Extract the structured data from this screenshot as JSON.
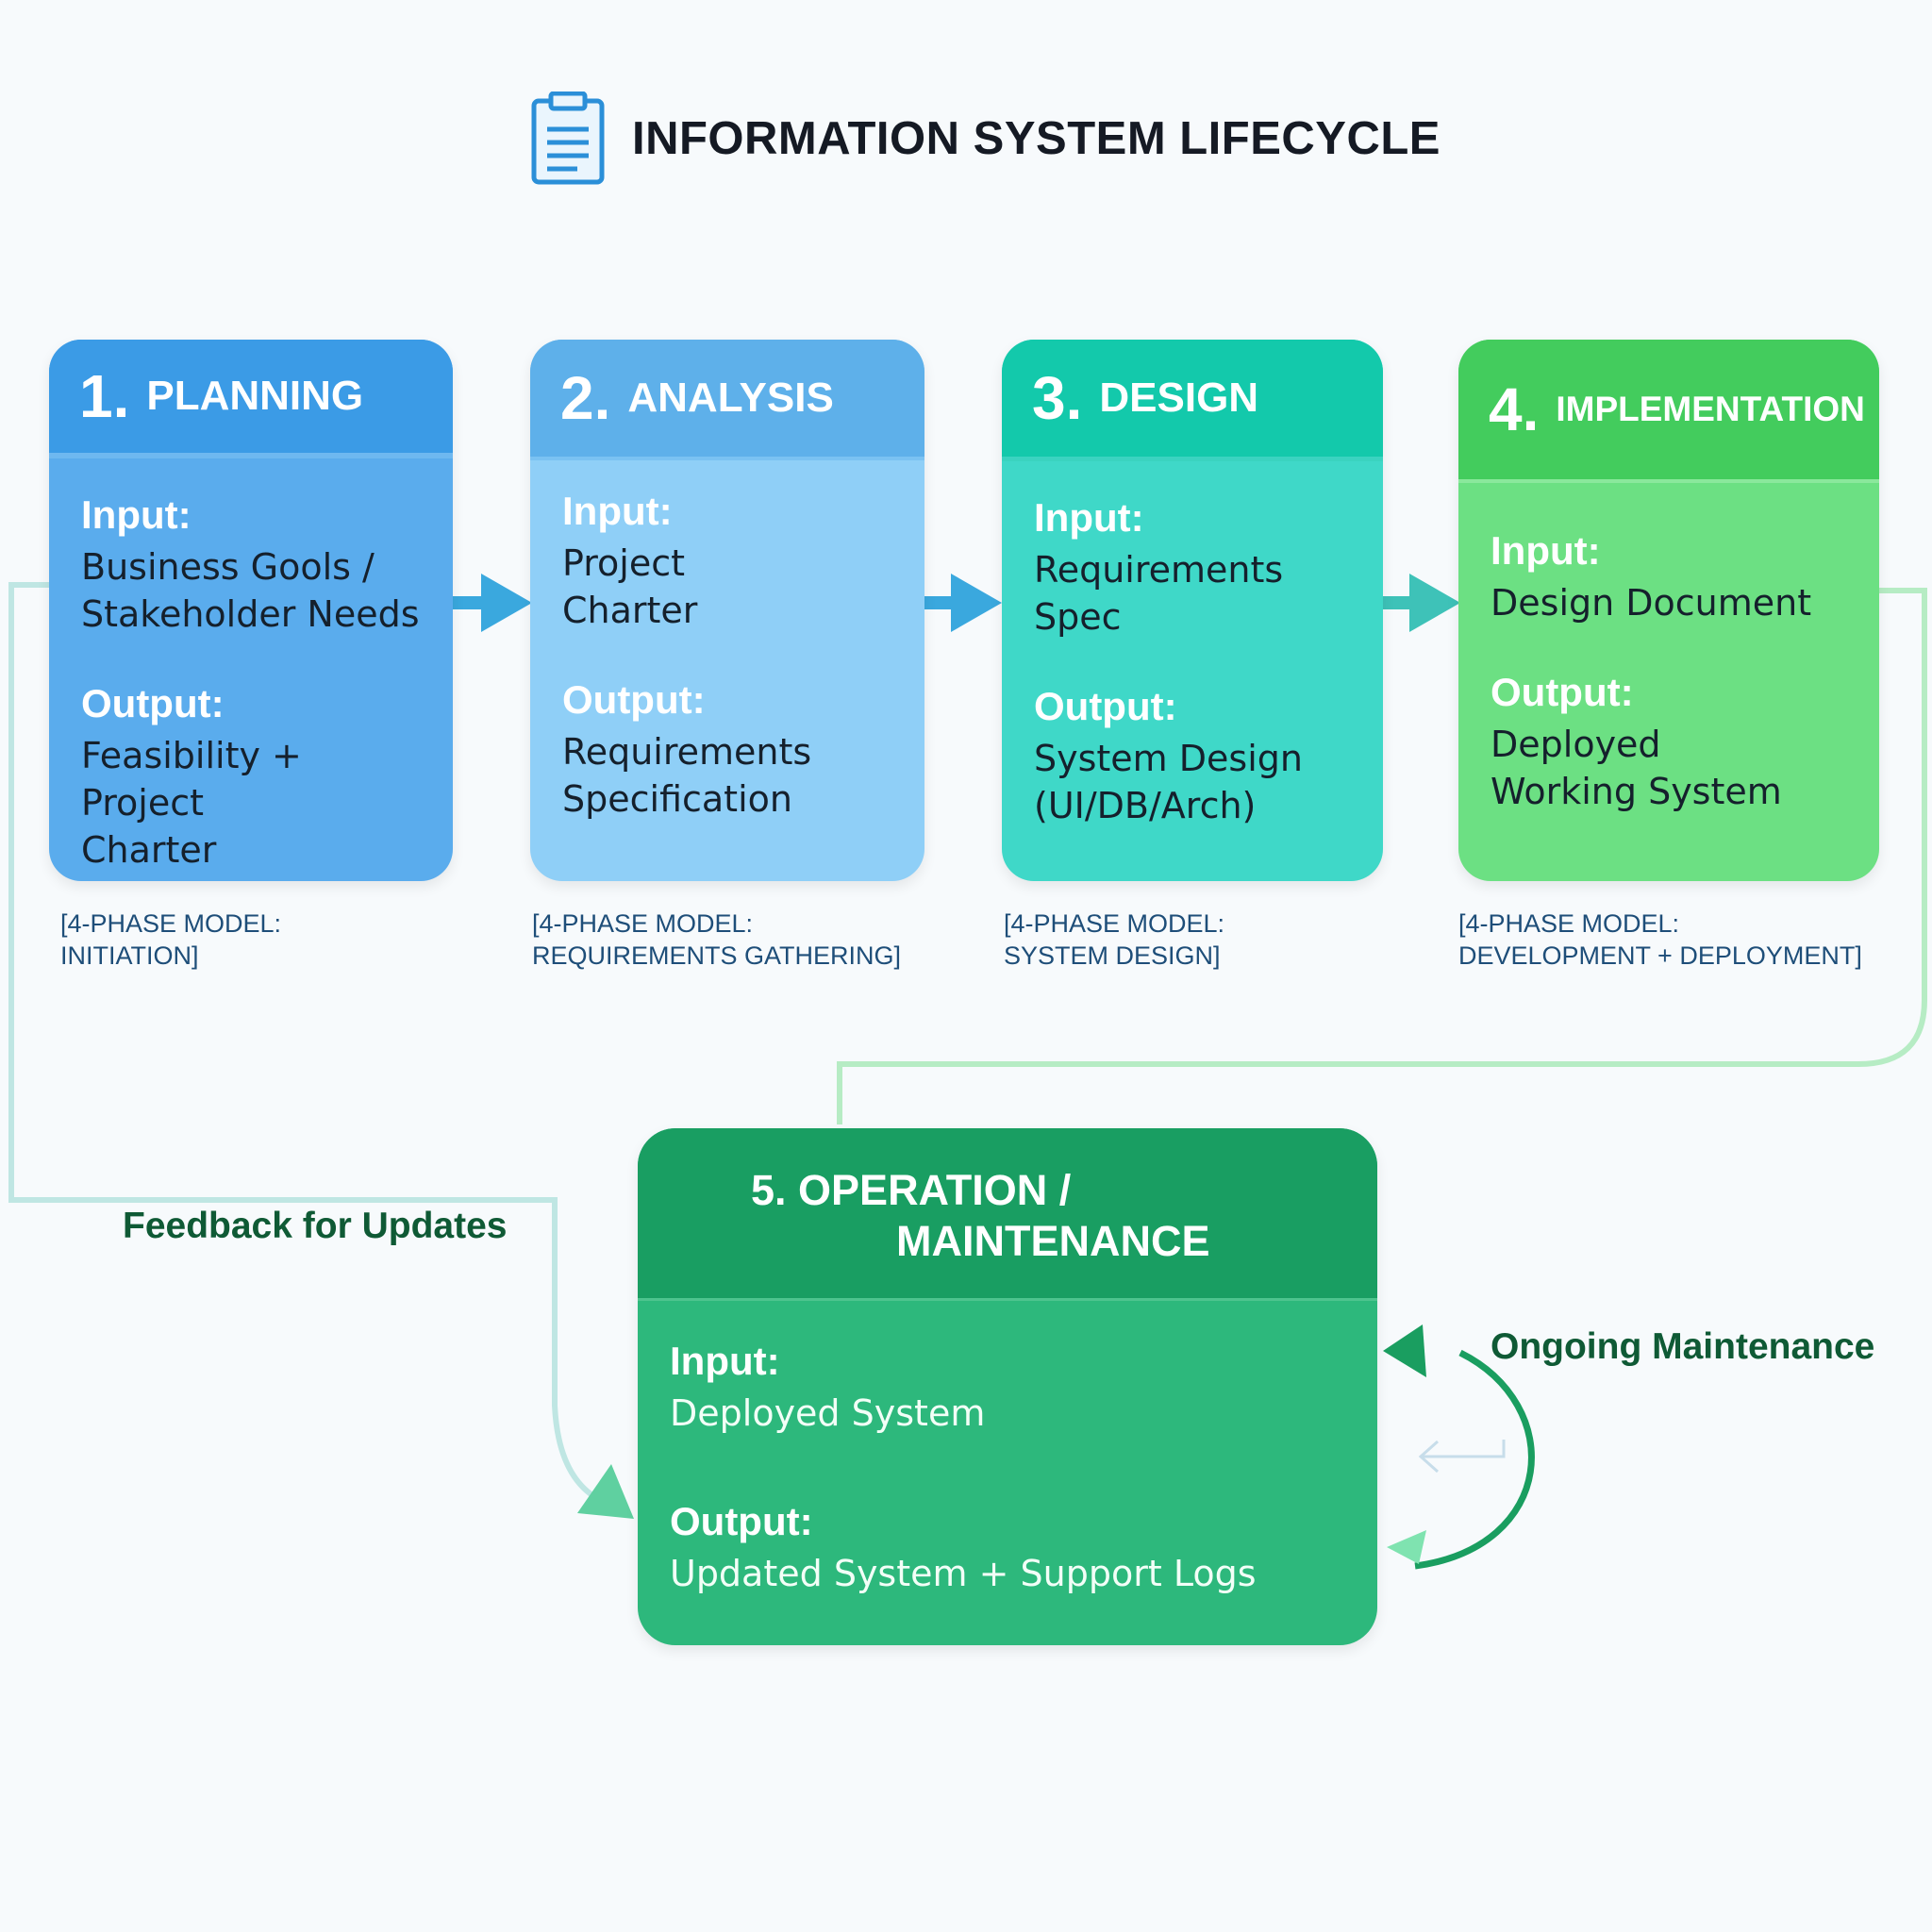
{
  "title": "INFORMATION SYSTEM LIFECYCLE",
  "title_icon": "clipboard-icon",
  "input_label": "Input:",
  "output_label": "Output:",
  "phases": [
    {
      "number": "1.",
      "name": "PLANNING",
      "input": "Business Gools /\nStakeholder Needs",
      "output": "Feasibility + Project\nCharter",
      "model_note": "[4-PHASE MODEL:\nINITIATION]"
    },
    {
      "number": "2.",
      "name": "ANALYSIS",
      "input": "Project\nCharter",
      "output": "Requirements\nSpecification",
      "model_note": "[4-PHASE MODEL:\nREQUIREMENTS GATHERING]"
    },
    {
      "number": "3.",
      "name": "DESIGN",
      "input": "Requirements\nSpec",
      "output": "System Design\n(UI/DB/Arch)",
      "model_note": "[4-PHASE MODEL:\nSYSTEM DESIGN]"
    },
    {
      "number": "4.",
      "name": "IMPLEMENTATION",
      "input": "Design Document",
      "output": "Deployed\nWorking System",
      "model_note": "[4-PHASE MODEL:\nDEVELOPMENT + DEPLOYMENT]"
    },
    {
      "name_line1": "5. OPERATION /",
      "name_line2": "MAINTENANCE",
      "input": "Deployed System",
      "output": "Updated System + Support Logs"
    }
  ],
  "feedback_label": "Feedback for Updates",
  "maintenance_label": "Ongoing Maintenance",
  "colors": {
    "planning": "#3b9be6",
    "analysis": "#5eb0ea",
    "design": "#13c9ab",
    "implementation": "#43cc5d",
    "operation": "#199e62",
    "arrow": "#3aa8de"
  }
}
